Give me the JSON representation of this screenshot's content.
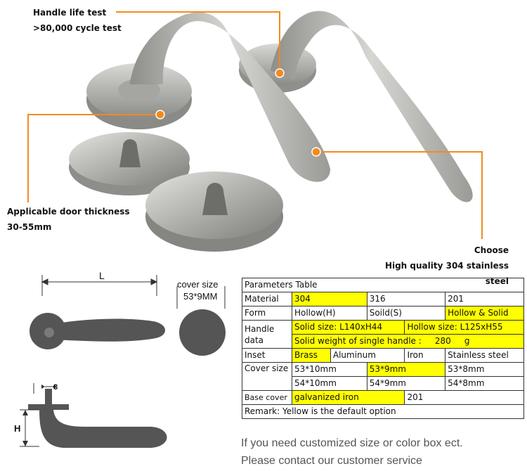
{
  "callouts": {
    "handle_life_line1": "Handle life test",
    "handle_life_line2": ">80,000 cycle test",
    "door_thickness_line1": "Applicable door thickness",
    "door_thickness_line2": "30-55mm",
    "material_line1": "Choose",
    "material_line2": "High quality 304 stainless steel"
  },
  "dimensions": {
    "length_label": "L",
    "cover_size_label": "cover size",
    "cover_size_value": "53*9MM",
    "thickness_value": "8",
    "height_label": "H"
  },
  "table": {
    "title": "Parameters Table",
    "material_label": "Material",
    "material_304": "304",
    "material_316": "316",
    "material_201": "201",
    "form_label": "Form",
    "form_hollow": "Hollow(H)",
    "form_solid": "Soild(S)",
    "form_hollow_solid": "Hollow & Solid",
    "handle_data_label_1": "Handle",
    "handle_data_label_2": "data",
    "solid_size": "Solid size: L140xH44",
    "hollow_size": "Hollow size: L125xH55",
    "solid_weight": "Solid weight of single handle :     280     g",
    "inset_label": "Inset",
    "inset_brass": "Brass",
    "inset_aluminum": "Aluminum",
    "inset_iron": "Iron",
    "inset_stainless": "Stainless steel",
    "cover_size_label": "Cover size",
    "cover_53_10": "53*10mm",
    "cover_53_9": "53*9mm",
    "cover_53_8": "53*8mm",
    "cover_54_10": "54*10mm",
    "cover_54_9": "54*9mm",
    "cover_54_8": "54*8mm",
    "base_cover_label": "Base cover",
    "base_galvanized": "galvanized iron",
    "base_201": "201",
    "remark": "Remark: Yellow is the default option"
  },
  "footer": {
    "line1": "If you need customized size or color box ect.",
    "line2": "Please contact our customer service"
  },
  "colors": {
    "accent_orange": "#f28a1f",
    "highlight_yellow": "#ffff00",
    "handle_gray": "#555555"
  }
}
